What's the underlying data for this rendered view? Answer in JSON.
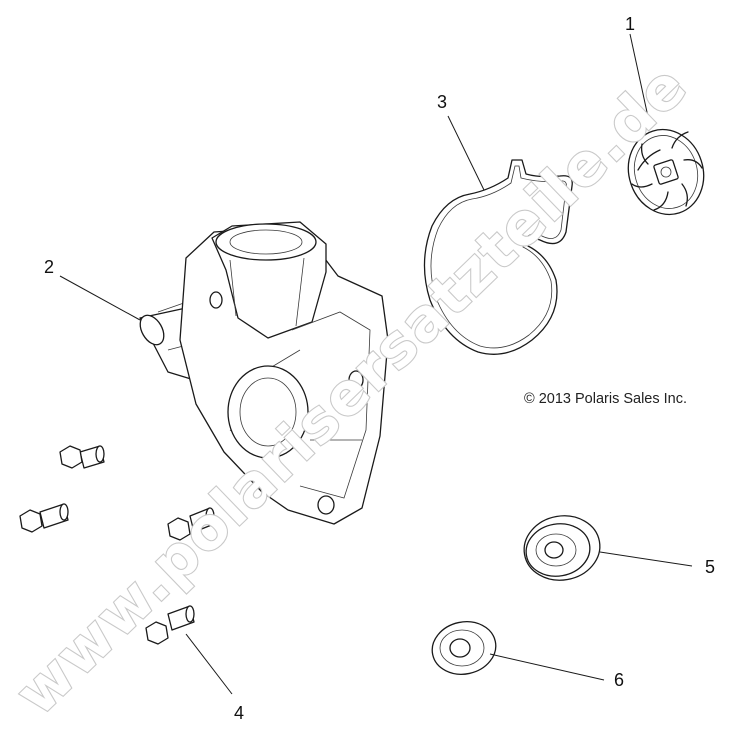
{
  "diagram": {
    "copyright": "© 2013 Polaris Sales Inc.",
    "watermark": "www.polarisersatzteile.de",
    "callouts": [
      {
        "id": "1",
        "label": "1"
      },
      {
        "id": "2",
        "label": "2"
      },
      {
        "id": "3",
        "label": "3"
      },
      {
        "id": "4",
        "label": "4"
      },
      {
        "id": "5",
        "label": "5"
      },
      {
        "id": "6",
        "label": "6"
      }
    ]
  }
}
